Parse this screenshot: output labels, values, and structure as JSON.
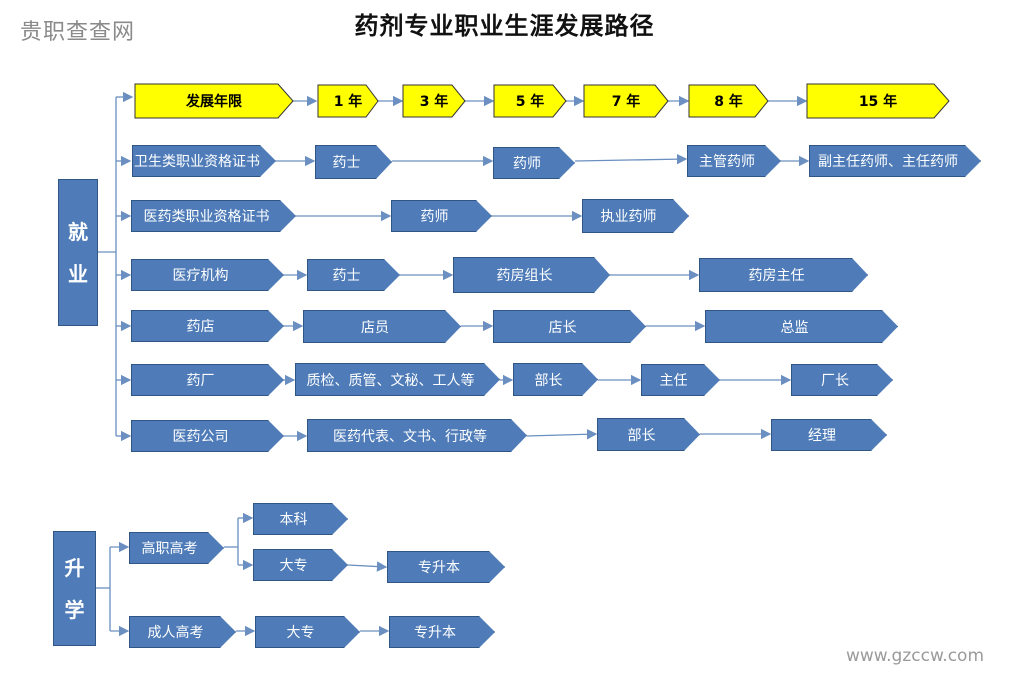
{
  "watermark": "贵职查查网",
  "title": "药剂专业职业生涯发展路径",
  "site": "www.gzccw.com",
  "sections": {
    "employment": [
      "就",
      "业"
    ],
    "study": [
      "升",
      "学"
    ]
  },
  "timeline": [
    "发展年限",
    "1 年",
    "3 年",
    "5 年",
    "7 年",
    "8 年",
    "15 年"
  ],
  "paths": {
    "health_cert": [
      "卫生类职业资格证书",
      "药士",
      "药师",
      "主管药师",
      "副主任药师、主任药师"
    ],
    "pharma_cert": [
      "医药类职业资格证书",
      "药师",
      "执业药师"
    ],
    "medical": [
      "医疗机构",
      "药士",
      "药房组长",
      "药房主任"
    ],
    "drugstore": [
      "药店",
      "店员",
      "店长",
      "总监"
    ],
    "factory": [
      "药厂",
      "质检、质管、文秘、工人等",
      "部长",
      "主任",
      "厂长"
    ],
    "company": [
      "医药公司",
      "医药代表、文书、行政等",
      "部长",
      "经理"
    ]
  },
  "study_paths": {
    "vocational": "高职高考",
    "bachelor": "本科",
    "college": "大专",
    "upgrade": "专升本",
    "adult": "成人高考",
    "adult_college": "大专",
    "adult_upgrade": "专升本"
  },
  "colors": {
    "box": "#4f7cb8",
    "box_border": "#2f5684",
    "highlight": "#ffff00",
    "line": "#6a8fc0"
  }
}
